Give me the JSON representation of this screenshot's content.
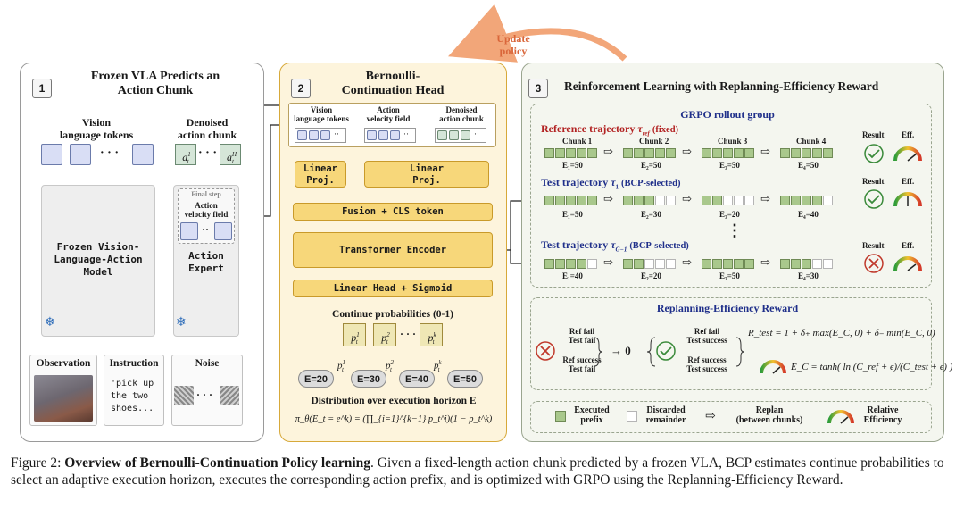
{
  "update_policy": "Update\npolicy",
  "panel1": {
    "num": "1",
    "title": "Frozen VLA Predicts an\nAction Chunk",
    "vision_label": "Vision\nlanguage tokens",
    "denoised_label": "Denoised\naction chunk",
    "a_first": "a",
    "a_first_sup": "1",
    "a_first_sub": "t",
    "a_last": "a",
    "a_last_sup": "H",
    "a_last_sub": "t",
    "ellipsis": "· · ·",
    "model_label": "Frozen Vision-\nLanguage-Action\nModel",
    "final_step": "Final step",
    "avf_label": "Action\nvelocity field",
    "expert_label": "Action\nExpert",
    "observation": "Observation",
    "instruction": "Instruction",
    "instruction_text": "'pick up\nthe two\nshoes...",
    "noise": "Noise",
    "frozen_icon": "snowflake-icon"
  },
  "panel2": {
    "num": "2",
    "title": "Bernoulli-\nContinuation Head",
    "in1": "Vision\nlanguage tokens",
    "in2": "Action\nvelocity field",
    "in3": "Denoised\naction chunk",
    "proj1": "Linear\nProj.",
    "proj2": "Linear\nProj.",
    "fusion": "Fusion + CLS token",
    "transformer": "Transformer Encoder",
    "head": "Linear Head + Sigmoid",
    "cont_probs": "Continue probabilities (0-1)",
    "p1": "p",
    "p1_sup": "1",
    "p2_sup": "2",
    "pk_sup": "k",
    "p_sub": "t",
    "e_nodes": [
      "E=20",
      "E=30",
      "E=40",
      "E=50"
    ],
    "dist_label": "Distribution over execution horizon E",
    "formula": "π_θ(E_t = e^k) = (∏_{i=1}^{k−1} p_t^i)(1 − p_t^k)"
  },
  "panel3": {
    "num": "3",
    "title": "Reinforcement Learning with Replanning-Efficiency Reward",
    "group_title": "GRPO rollout group",
    "ref_traj": "Reference trajectory",
    "ref_sym": "τ",
    "ref_sub": "ref",
    "ref_fixed": "(fixed)",
    "chunks": [
      "Chunk 1",
      "Chunk 2",
      "Chunk 3",
      "Chunk 4"
    ],
    "result": "Result",
    "eff": "Eff.",
    "ref_es": [
      "E₁=50",
      "E₂=50",
      "E₃=50",
      "E₄=50"
    ],
    "test1": "Test trajectory",
    "test1_sym": "τ",
    "test1_sub": "1",
    "bcp": "(BCP-selected)",
    "test1_es": [
      "E₁=50",
      "E₂=30",
      "E₃=20",
      "E₄=40"
    ],
    "dots": "⋮",
    "testG": "Test trajectory",
    "testG_sym": "τ",
    "testG_sub": "G−1",
    "testG_es": [
      "E₁=40",
      "E₂=20",
      "E₃=50",
      "E₄=30"
    ],
    "reward_title": "Replanning-Efficiency Reward",
    "ff1": "Ref fail\nTest fail",
    "ff2": "Ref success\nTest fail",
    "zero": "→  0",
    "fs1": "Ref fail\nTest success",
    "fs2": "Ref success\nTest success",
    "r_formula": "R_test = 1 + δ₊ max(E_C, 0) + δ₋ min(E_C, 0)",
    "ec_formula": "E_C = tanh( ln (C_ref + ϵ)/(C_test + ϵ) )",
    "legend": {
      "executed": "Executed\nprefix",
      "discarded": "Discarded\nremainder",
      "replan": "Replan\n(between chunks)",
      "relative": "Relative\nEfficiency"
    }
  },
  "caption": {
    "fig": "Figure 2:",
    "bold": "Overview of Bernoulli-Continuation Policy learning",
    "rest": ". Given a fixed-length action chunk predicted by a frozen VLA, BCP estimates continue probabilities to select an adaptive execution horizon, executes the corresponding action prefix, and is optimized with GRPO using the Replanning-Efficiency Reward."
  },
  "colors": {
    "panel1_border": "#9a9a9a",
    "panel2_bg": "#fdf4dc",
    "panel2_border": "#d7a93a",
    "panel3_bg": "#f4f6ef",
    "proj_fill": "#f7d77a",
    "executed_cell": "#a9c88c",
    "update_arrow": "#f2a679",
    "update_text": "#d9663a",
    "ref_red": "#b22222",
    "title_blue": "#1f2f8a",
    "success_green": "#3a8a3a",
    "fail_red": "#c0392b"
  }
}
